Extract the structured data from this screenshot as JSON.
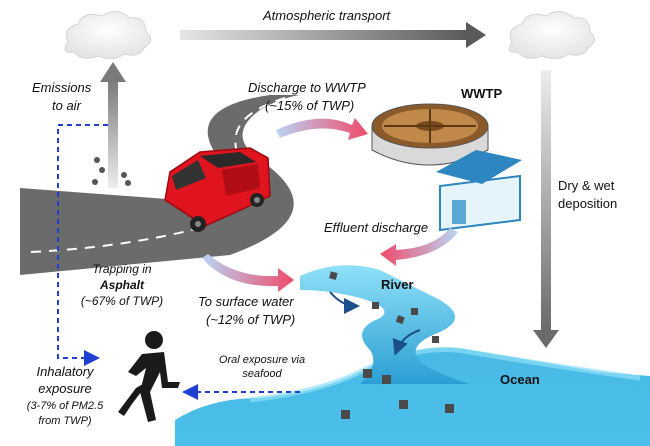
{
  "labels": {
    "atmospheric_transport": "Atmospheric transport",
    "emissions_line1": "Emissions",
    "emissions_line2": "to air",
    "discharge_line1": "Discharge to WWTP",
    "discharge_line2": "(~15% of TWP)",
    "wwtp": "WWTP",
    "dry_wet_line1": "Dry & wet",
    "dry_wet_line2": "deposition",
    "effluent": "Effluent discharge",
    "trapping_line1": "Trapping in",
    "trapping_line2": "Asphalt",
    "trapping_line3": "(~67% of TWP)",
    "surface_line1": "To surface water",
    "surface_line2": "(~12% of TWP)",
    "river": "River",
    "oral_line1": "Oral exposure via",
    "oral_line2": "seafood",
    "ocean": "Ocean",
    "inhal_line1": "Inhalatory",
    "inhal_line2": "exposure",
    "inhal_line3": "(3-7% of PM2.5",
    "inhal_line4": "from TWP)"
  },
  "colors": {
    "car": "#e0141e",
    "road": "#6b6b6b",
    "water": "#3aaed8",
    "water_light": "#7fd3ee",
    "dashed_arrow": "#1f3fd0",
    "wwtp_building": "#2e86c1",
    "gradient_arrow_start": "#a8c8f0",
    "gradient_arrow_end": "#f2506e"
  },
  "icons": [
    "cloud-icon",
    "car-icon",
    "wwtp-tank-icon",
    "wwtp-building-icon",
    "person-walking-icon"
  ]
}
